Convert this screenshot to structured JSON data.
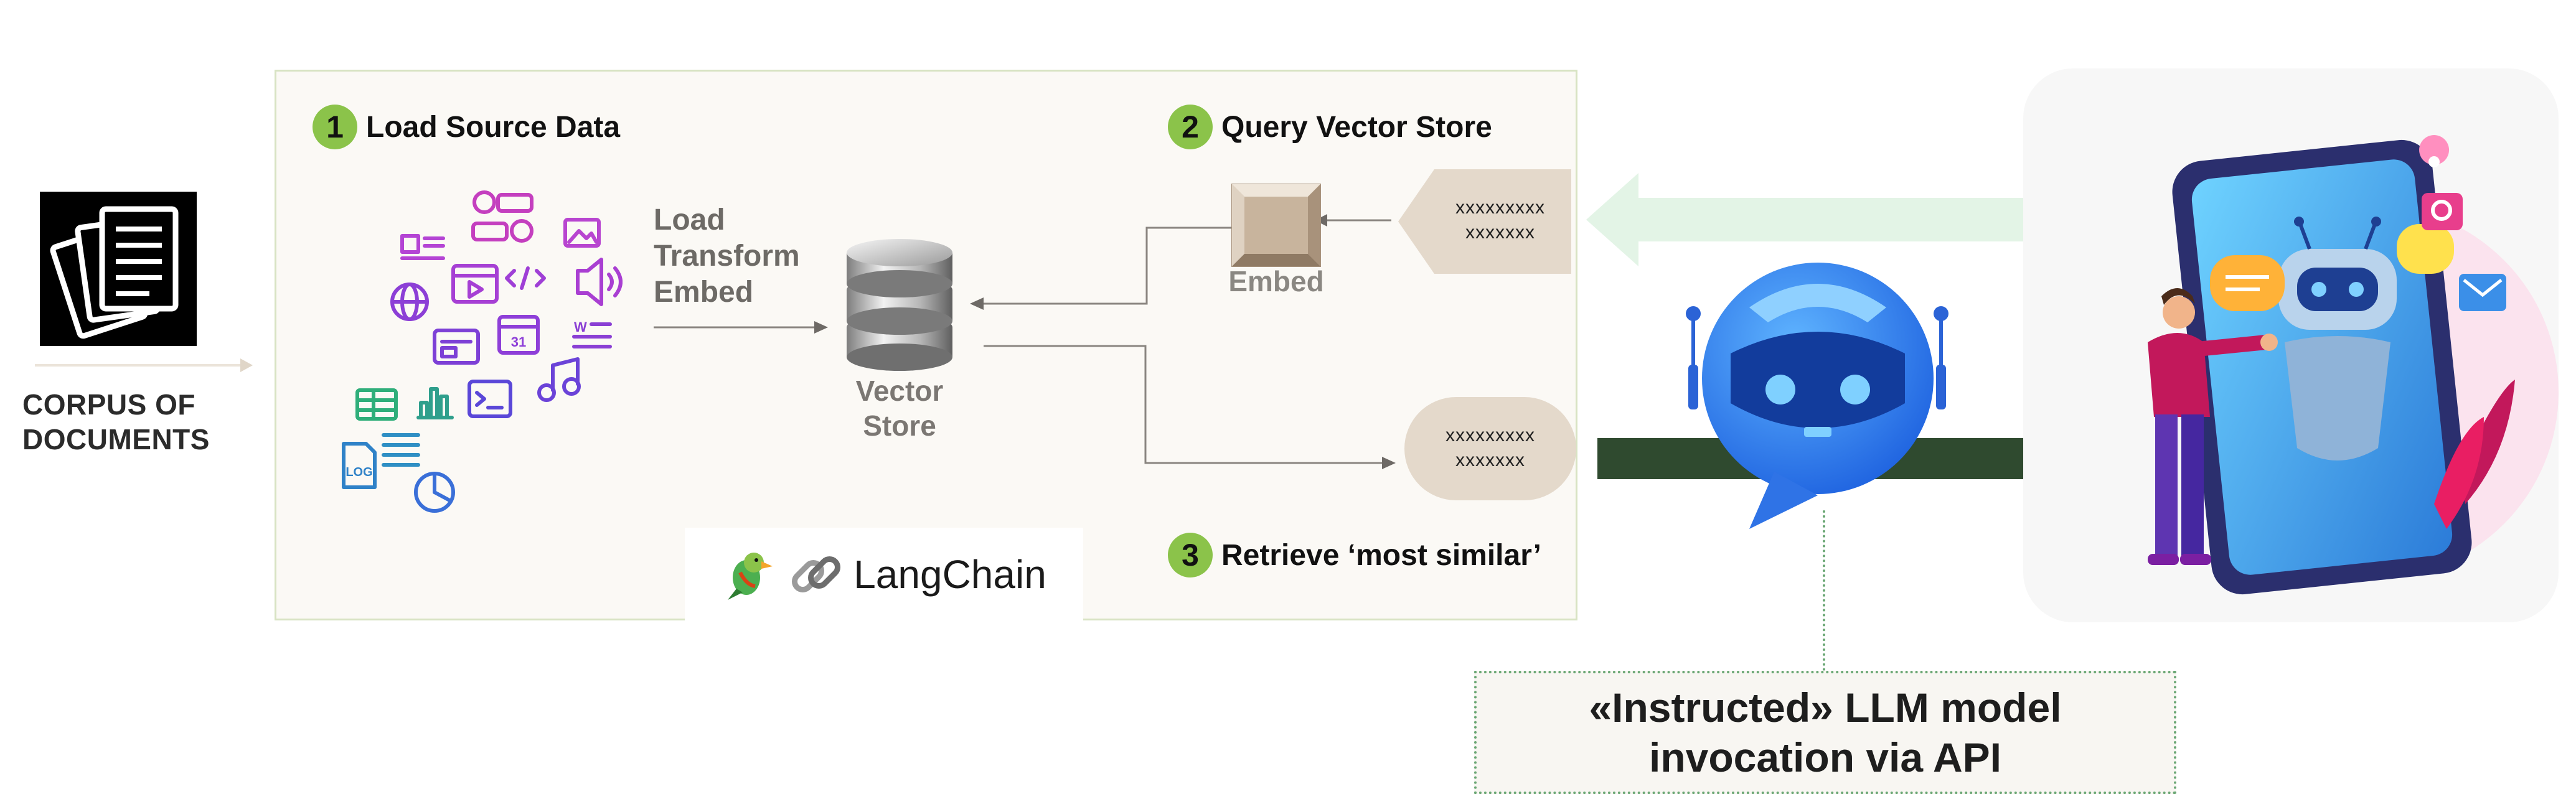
{
  "corpus": {
    "label_line1": "CORPUS OF",
    "label_line2": "DOCUMENTS",
    "icon": "documents-icon"
  },
  "steps": [
    {
      "number": "1",
      "label": "Load Source Data"
    },
    {
      "number": "2",
      "label": "Query Vector Store"
    },
    {
      "number": "3",
      "label": "Retrieve ‘most similar’"
    }
  ],
  "load_text": {
    "line1": "Load",
    "line2": "Transform",
    "line3": "Embed"
  },
  "vector_store": {
    "line1": "Vector",
    "line2": "Store",
    "icon": "database-icon"
  },
  "embed": {
    "label": "Embed",
    "icon": "embed-cube-icon"
  },
  "query_token": {
    "line1": "xxxxxxxxx",
    "line2": "xxxxxxx"
  },
  "result_token": {
    "line1": "xxxxxxxxx",
    "line2": "xxxxxxx"
  },
  "langchain": {
    "label": "LangChain",
    "icons": [
      "parrot-icon",
      "chain-link-icon"
    ]
  },
  "llm": {
    "line1": "«Instructed» LLM model",
    "line2": "invocation via API",
    "icon": "chatbot-icon"
  },
  "app_illustration": {
    "icon": "mobile-chatbot-app-icon"
  },
  "colors": {
    "panel_border": "#d8e3c3",
    "badge": "#8bc34a",
    "forward_arrow": "#2f4a2f",
    "back_arrow": "#e3f4e6",
    "token_fill": "#e4d9cb",
    "llm_border": "#6aa774"
  }
}
